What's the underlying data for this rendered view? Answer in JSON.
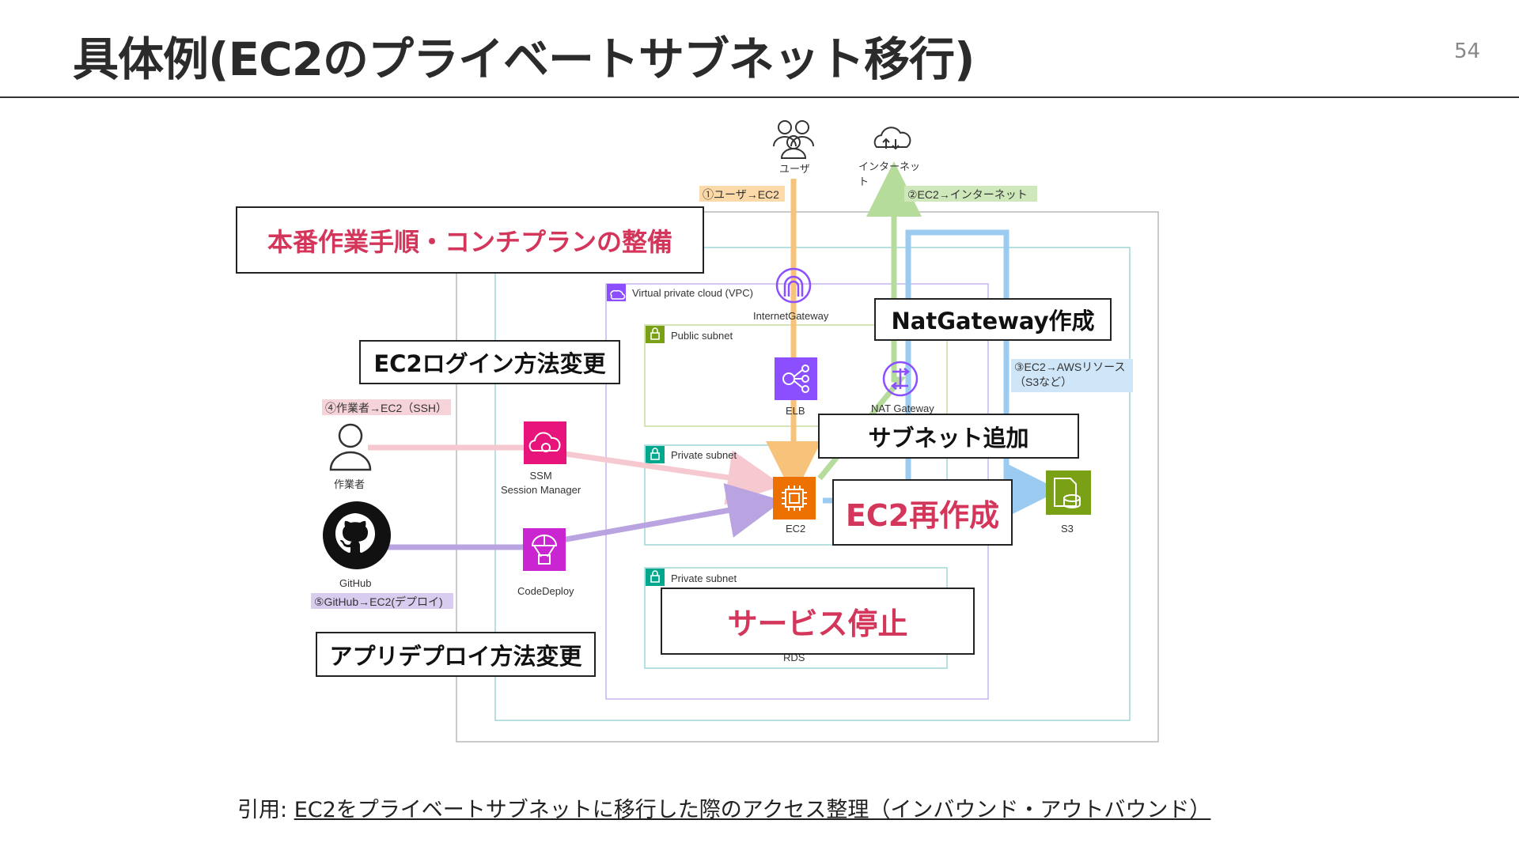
{
  "slide": {
    "title": "具体例(EC2のプライベートサブネット移行)",
    "page_number": "54"
  },
  "diagram": {
    "nodes": {
      "user": "ユーザ",
      "internet": "インターネッ\nト",
      "internet_gateway": "InternetGateway",
      "nat_gateway": "NAT Gateway",
      "elb": "ELB",
      "ec2": "EC2",
      "s3": "S3",
      "rds": "RDS",
      "operator": "作業者",
      "ssm": "SSM\nSession Manager",
      "github": "GitHub",
      "codedeploy": "CodeDeploy"
    },
    "groups": {
      "vpc": "Virtual private cloud (VPC)",
      "public_subnet": "Public subnet",
      "private_subnet_1": "Private subnet",
      "private_subnet_2": "Private subnet"
    },
    "flows": {
      "user_to_ec2": "①ユーザ→EC2",
      "ec2_to_internet": "②EC2→インターネット",
      "ec2_to_aws": "③EC2→AWSリソース\n（S3など）",
      "operator_to_ec2": "④作業者→EC2（SSH）",
      "github_to_ec2": "⑤GitHub→EC2(デプロイ)"
    },
    "flow_colors": {
      "user_to_ec2": "#f7c27a",
      "ec2_to_internet": "#b5dc9a",
      "ec2_to_aws": "#9ccbf2",
      "operator_to_ec2": "#f6c8cf",
      "github_to_ec2": "#b9a3e0"
    },
    "callouts": {
      "procedure": "本番作業手順・コンチプランの整備",
      "natgateway": "NatGateway作成",
      "ec2_login": "EC2ログイン方法変更",
      "subnet_add": "サブネット追加",
      "ec2_recreate": "EC2再作成",
      "service_stop": "サービス停止",
      "app_deploy": "アプリデプロイ方法変更"
    },
    "colors": {
      "accent_red": "#d3365a",
      "ec2_orange": "#ed7100",
      "s3_green": "#7aa116",
      "elb_purple": "#8c4fff",
      "ssm_pink": "#e7157b",
      "vpc_purple": "#8c4fff",
      "subnet_green": "#7aa116",
      "subnet_teal": "#01a88d"
    }
  },
  "citation": {
    "prefix": "引用: ",
    "link_text": "EC2をプライベートサブネットに移行した際のアクセス整理（インバウンド・アウトバウンド）"
  }
}
